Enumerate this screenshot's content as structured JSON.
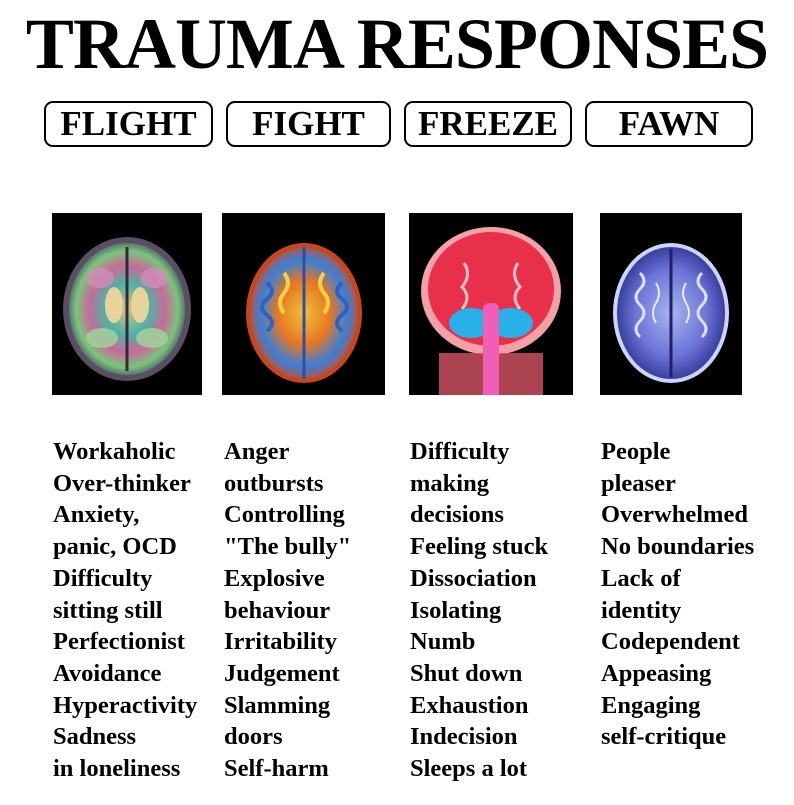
{
  "title": "TRAUMA RESPONSES",
  "columns": [
    {
      "label": "FLIGHT",
      "image": "brain-scan-axial-rainbow",
      "items": [
        "Workaholic",
        "Over-thinker",
        "Anxiety,",
        "panic, OCD",
        "Difficulty",
        "sitting still",
        "Perfectionist",
        "Avoidance",
        "Hyperactivity",
        "Sadness",
        "in loneliness"
      ]
    },
    {
      "label": "FIGHT",
      "image": "brain-scan-axial-thermal",
      "items": [
        "Anger",
        "outbursts",
        "Controlling",
        "\"The bully\"",
        "Explosive",
        "behaviour",
        "Irritability",
        "Judgement",
        "Slamming",
        "doors",
        "Self-harm"
      ]
    },
    {
      "label": "FREEZE",
      "image": "brain-scan-coronal-red",
      "items": [
        "Difficulty",
        "making",
        "decisions",
        "Feeling stuck",
        "Dissociation",
        "Isolating",
        "Numb",
        "Shut down",
        "Exhaustion",
        "Indecision",
        "Sleeps a lot"
      ]
    },
    {
      "label": "FAWN",
      "image": "brain-scan-axial-blue",
      "items": [
        "People",
        "pleaser",
        "Overwhelmed",
        "No boundaries",
        "Lack of",
        "identity",
        "Codependent",
        "Appeasing",
        "Engaging",
        "self-critique"
      ]
    }
  ]
}
